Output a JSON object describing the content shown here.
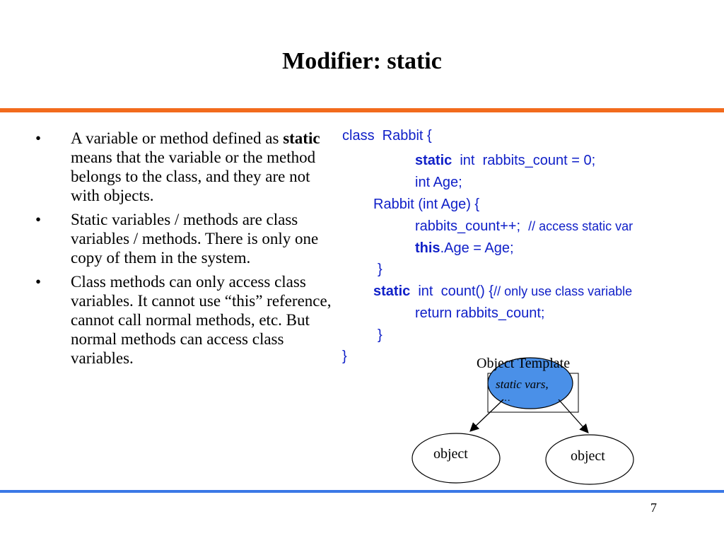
{
  "slide": {
    "title": "Modifier: static",
    "page_number": "7"
  },
  "bullets": [
    {
      "marker": "•",
      "bold_word": "static",
      "text_before": "A variable or method defined as ",
      "text_after": " means that the variable or the method belongs to the class, and they are not with objects."
    },
    {
      "marker": "•",
      "text": "Static variables / methods are class variables / methods. There is only one copy of them in the system."
    },
    {
      "marker": "•",
      "text": "Class methods can only access class variables. It cannot use “this” reference, cannot call normal methods, etc. But normal methods can access class variables."
    }
  ],
  "code": {
    "l1": "class  Rabbit {",
    "l2_kw": "static",
    "l2_rest": "  int  rabbits_count = 0;",
    "l3": "int Age;",
    "l4": "Rabbit (int Age) {",
    "l5_code": "rabbits_count++;  ",
    "l5_comment": "// access static var",
    "l6_kw": "this",
    "l6_rest": ".Age = Age;",
    "l7": "}",
    "l8_kw": "static",
    "l8_rest": "  int  count() {",
    "l8_comment": "// only use class variable",
    "l9": "return rabbits_count;",
    "l10": "}",
    "l11": "}"
  },
  "diagram": {
    "template_label": "Object Template",
    "static_vars": "static vars,",
    "ellipsis": "…",
    "object_left": "object",
    "object_right": "object"
  },
  "colors": {
    "top_rule": "#f26b1d",
    "bottom_rule": "#3a78e6",
    "code_text": "#1020c8",
    "static_ellipse": "#4a90e8"
  }
}
